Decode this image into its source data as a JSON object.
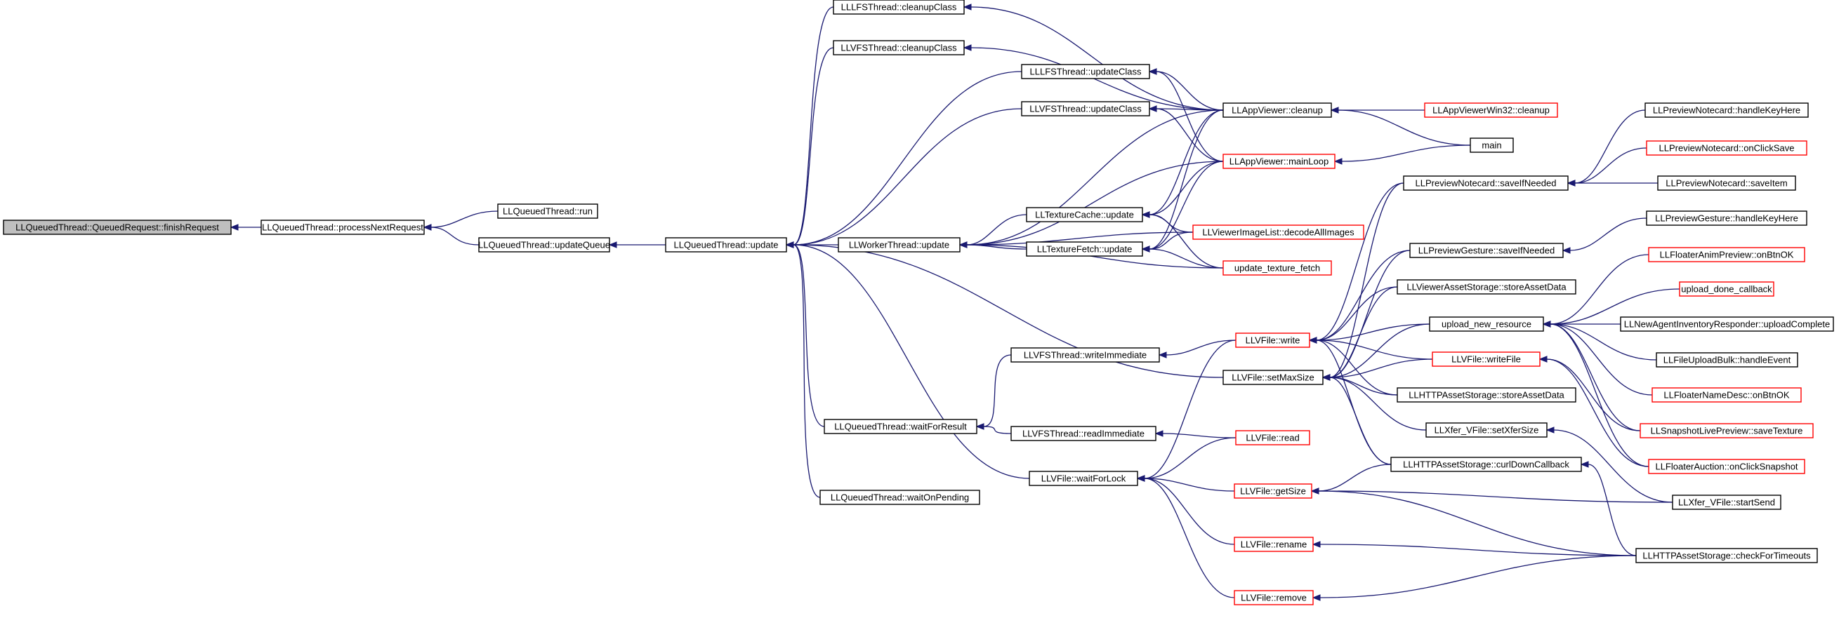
{
  "colors": {
    "edge": "#191970",
    "border_default": "#000000",
    "border_truncated": "#ff0000",
    "root_fill": "#bfbfbf",
    "node_fill": "#ffffff"
  },
  "legend_note": "",
  "nodes": [
    {
      "id": "finishRequest",
      "label": "LLQueuedThread::QueuedRequest::finishRequest",
      "style": "root"
    },
    {
      "id": "processNextRequest",
      "label": "LLQueuedThread::processNextRequest",
      "style": "normal"
    },
    {
      "id": "qtRun",
      "label": "LLQueuedThread::run",
      "style": "normal"
    },
    {
      "id": "updateQueue",
      "label": "LLQueuedThread::updateQueue",
      "style": "normal"
    },
    {
      "id": "qtUpdate",
      "label": "LLQueuedThread::update",
      "style": "normal"
    },
    {
      "id": "lllfsCleanupClass",
      "label": "LLLFSThread::cleanupClass",
      "style": "normal"
    },
    {
      "id": "llvfsCleanupClass",
      "label": "LLVFSThread::cleanupClass",
      "style": "normal"
    },
    {
      "id": "lllfsUpdateClass",
      "label": "LLLFSThread::updateClass",
      "style": "normal"
    },
    {
      "id": "llvfsUpdateClass",
      "label": "LLVFSThread::updateClass",
      "style": "normal"
    },
    {
      "id": "workerUpdate",
      "label": "LLWorkerThread::update",
      "style": "normal"
    },
    {
      "id": "textureCacheUpdate",
      "label": "LLTextureCache::update",
      "style": "normal"
    },
    {
      "id": "textureFetchUpdate",
      "label": "LLTextureFetch::update",
      "style": "normal"
    },
    {
      "id": "appCleanup",
      "label": "LLAppViewer::cleanup",
      "style": "normal"
    },
    {
      "id": "appMainLoop",
      "label": "LLAppViewer::mainLoop",
      "style": "truncated"
    },
    {
      "id": "appWin32Cleanup",
      "label": "LLAppViewerWin32::cleanup",
      "style": "truncated"
    },
    {
      "id": "main",
      "label": "main",
      "style": "normal"
    },
    {
      "id": "decodeAllImages",
      "label": "LLViewerImageList::decodeAllImages",
      "style": "truncated"
    },
    {
      "id": "updateTextureFetch",
      "label": "update_texture_fetch",
      "style": "truncated"
    },
    {
      "id": "writeImmediate",
      "label": "LLVFSThread::writeImmediate",
      "style": "normal"
    },
    {
      "id": "waitForResult",
      "label": "LLQueuedThread::waitForResult",
      "style": "normal"
    },
    {
      "id": "readImmediate",
      "label": "LLVFSThread::readImmediate",
      "style": "normal"
    },
    {
      "id": "waitOnPending",
      "label": "LLQueuedThread::waitOnPending",
      "style": "normal"
    },
    {
      "id": "waitForLock",
      "label": "LLVFile::waitForLock",
      "style": "normal"
    },
    {
      "id": "vfileWrite",
      "label": "LLVFile::write",
      "style": "truncated"
    },
    {
      "id": "setMaxSize",
      "label": "LLVFile::setMaxSize",
      "style": "normal"
    },
    {
      "id": "vfileRead",
      "label": "LLVFile::read",
      "style": "truncated"
    },
    {
      "id": "getSize",
      "label": "LLVFile::getSize",
      "style": "truncated"
    },
    {
      "id": "rename",
      "label": "LLVFile::rename",
      "style": "truncated"
    },
    {
      "id": "remove",
      "label": "LLVFile::remove",
      "style": "truncated"
    },
    {
      "id": "notecardSaveIfNeeded",
      "label": "LLPreviewNotecard::saveIfNeeded",
      "style": "normal"
    },
    {
      "id": "gestureSaveIfNeeded",
      "label": "LLPreviewGesture::saveIfNeeded",
      "style": "normal"
    },
    {
      "id": "viewerStoreAssetData",
      "label": "LLViewerAssetStorage::storeAssetData",
      "style": "normal"
    },
    {
      "id": "uploadNewResource",
      "label": "upload_new_resource",
      "style": "normal"
    },
    {
      "id": "vfileWriteFile",
      "label": "LLVFile::writeFile",
      "style": "truncated"
    },
    {
      "id": "httpStoreAssetData",
      "label": "LLHTTPAssetStorage::storeAssetData",
      "style": "normal"
    },
    {
      "id": "setXferSize",
      "label": "LLXfer_VFile::setXferSize",
      "style": "normal"
    },
    {
      "id": "curlDownCallback",
      "label": "LLHTTPAssetStorage::curlDownCallback",
      "style": "normal"
    },
    {
      "id": "notecardHandleKeyHere",
      "label": "LLPreviewNotecard::handleKeyHere",
      "style": "normal"
    },
    {
      "id": "notecardOnClickSave",
      "label": "LLPreviewNotecard::onClickSave",
      "style": "truncated"
    },
    {
      "id": "notecardSaveItem",
      "label": "LLPreviewNotecard::saveItem",
      "style": "normal"
    },
    {
      "id": "gestureHandleKeyHere",
      "label": "LLPreviewGesture::handleKeyHere",
      "style": "normal"
    },
    {
      "id": "animPreviewOnBtnOK",
      "label": "LLFloaterAnimPreview::onBtnOK",
      "style": "truncated"
    },
    {
      "id": "uploadDoneCallback",
      "label": "upload_done_callback",
      "style": "truncated"
    },
    {
      "id": "agentInventoryUploadComplete",
      "label": "LLNewAgentInventoryResponder::uploadComplete",
      "style": "normal"
    },
    {
      "id": "fileUploadBulk",
      "label": "LLFileUploadBulk::handleEvent",
      "style": "normal"
    },
    {
      "id": "nameDescOnBtnOK",
      "label": "LLFloaterNameDesc::onBtnOK",
      "style": "truncated"
    },
    {
      "id": "snapshotSaveTexture",
      "label": "LLSnapshotLivePreview::saveTexture",
      "style": "truncated"
    },
    {
      "id": "auctionOnClickSnapshot",
      "label": "LLFloaterAuction::onClickSnapshot",
      "style": "truncated"
    },
    {
      "id": "xferStartSend",
      "label": "LLXfer_VFile::startSend",
      "style": "normal"
    },
    {
      "id": "checkForTimeouts",
      "label": "LLHTTPAssetStorage::checkForTimeouts",
      "style": "normal"
    }
  ],
  "edges": [
    [
      "processNextRequest",
      "finishRequest"
    ],
    [
      "qtRun",
      "processNextRequest"
    ],
    [
      "updateQueue",
      "processNextRequest"
    ],
    [
      "qtUpdate",
      "updateQueue"
    ],
    [
      "lllfsCleanupClass",
      "qtUpdate"
    ],
    [
      "llvfsCleanupClass",
      "qtUpdate"
    ],
    [
      "lllfsUpdateClass",
      "qtUpdate"
    ],
    [
      "llvfsUpdateClass",
      "qtUpdate"
    ],
    [
      "workerUpdate",
      "qtUpdate"
    ],
    [
      "setMaxSize",
      "qtUpdate"
    ],
    [
      "waitForResult",
      "qtUpdate"
    ],
    [
      "waitOnPending",
      "qtUpdate"
    ],
    [
      "waitForLock",
      "qtUpdate"
    ],
    [
      "appCleanup",
      "lllfsCleanupClass"
    ],
    [
      "appCleanup",
      "llvfsCleanupClass"
    ],
    [
      "appCleanup",
      "lllfsUpdateClass"
    ],
    [
      "appMainLoop",
      "lllfsUpdateClass"
    ],
    [
      "appCleanup",
      "llvfsUpdateClass"
    ],
    [
      "appMainLoop",
      "llvfsUpdateClass"
    ],
    [
      "appCleanup",
      "workerUpdate"
    ],
    [
      "appMainLoop",
      "workerUpdate"
    ],
    [
      "textureCacheUpdate",
      "workerUpdate"
    ],
    [
      "textureFetchUpdate",
      "workerUpdate"
    ],
    [
      "decodeAllImages",
      "workerUpdate"
    ],
    [
      "updateTextureFetch",
      "workerUpdate"
    ],
    [
      "appCleanup",
      "textureCacheUpdate"
    ],
    [
      "appMainLoop",
      "textureCacheUpdate"
    ],
    [
      "decodeAllImages",
      "textureCacheUpdate"
    ],
    [
      "updateTextureFetch",
      "textureCacheUpdate"
    ],
    [
      "appCleanup",
      "textureFetchUpdate"
    ],
    [
      "appMainLoop",
      "textureFetchUpdate"
    ],
    [
      "decodeAllImages",
      "textureFetchUpdate"
    ],
    [
      "updateTextureFetch",
      "textureFetchUpdate"
    ],
    [
      "appWin32Cleanup",
      "appCleanup"
    ],
    [
      "main",
      "appCleanup"
    ],
    [
      "main",
      "appMainLoop"
    ],
    [
      "writeImmediate",
      "waitForResult"
    ],
    [
      "readImmediate",
      "waitForResult"
    ],
    [
      "vfileWrite",
      "writeImmediate"
    ],
    [
      "vfileRead",
      "readImmediate"
    ],
    [
      "vfileWrite",
      "waitForLock"
    ],
    [
      "vfileRead",
      "waitForLock"
    ],
    [
      "getSize",
      "waitForLock"
    ],
    [
      "rename",
      "waitForLock"
    ],
    [
      "remove",
      "waitForLock"
    ],
    [
      "notecardSaveIfNeeded",
      "vfileWrite"
    ],
    [
      "gestureSaveIfNeeded",
      "vfileWrite"
    ],
    [
      "viewerStoreAssetData",
      "vfileWrite"
    ],
    [
      "uploadNewResource",
      "vfileWrite"
    ],
    [
      "vfileWriteFile",
      "vfileWrite"
    ],
    [
      "httpStoreAssetData",
      "vfileWrite"
    ],
    [
      "curlDownCallback",
      "vfileWrite"
    ],
    [
      "notecardSaveIfNeeded",
      "setMaxSize"
    ],
    [
      "gestureSaveIfNeeded",
      "setMaxSize"
    ],
    [
      "viewerStoreAssetData",
      "setMaxSize"
    ],
    [
      "uploadNewResource",
      "setMaxSize"
    ],
    [
      "vfileWriteFile",
      "setMaxSize"
    ],
    [
      "httpStoreAssetData",
      "setMaxSize"
    ],
    [
      "setXferSize",
      "setMaxSize"
    ],
    [
      "curlDownCallback",
      "setMaxSize"
    ],
    [
      "curlDownCallback",
      "getSize"
    ],
    [
      "xferStartSend",
      "getSize"
    ],
    [
      "checkForTimeouts",
      "getSize"
    ],
    [
      "checkForTimeouts",
      "rename"
    ],
    [
      "checkForTimeouts",
      "remove"
    ],
    [
      "checkForTimeouts",
      "curlDownCallback"
    ],
    [
      "xferStartSend",
      "setXferSize"
    ],
    [
      "notecardHandleKeyHere",
      "notecardSaveIfNeeded"
    ],
    [
      "notecardOnClickSave",
      "notecardSaveIfNeeded"
    ],
    [
      "notecardSaveItem",
      "notecardSaveIfNeeded"
    ],
    [
      "gestureHandleKeyHere",
      "gestureSaveIfNeeded"
    ],
    [
      "animPreviewOnBtnOK",
      "uploadNewResource"
    ],
    [
      "uploadDoneCallback",
      "uploadNewResource"
    ],
    [
      "agentInventoryUploadComplete",
      "uploadNewResource"
    ],
    [
      "fileUploadBulk",
      "uploadNewResource"
    ],
    [
      "nameDescOnBtnOK",
      "uploadNewResource"
    ],
    [
      "snapshotSaveTexture",
      "uploadNewResource"
    ],
    [
      "auctionOnClickSnapshot",
      "uploadNewResource"
    ],
    [
      "snapshotSaveTexture",
      "vfileWriteFile"
    ],
    [
      "auctionOnClickSnapshot",
      "vfileWriteFile"
    ]
  ]
}
